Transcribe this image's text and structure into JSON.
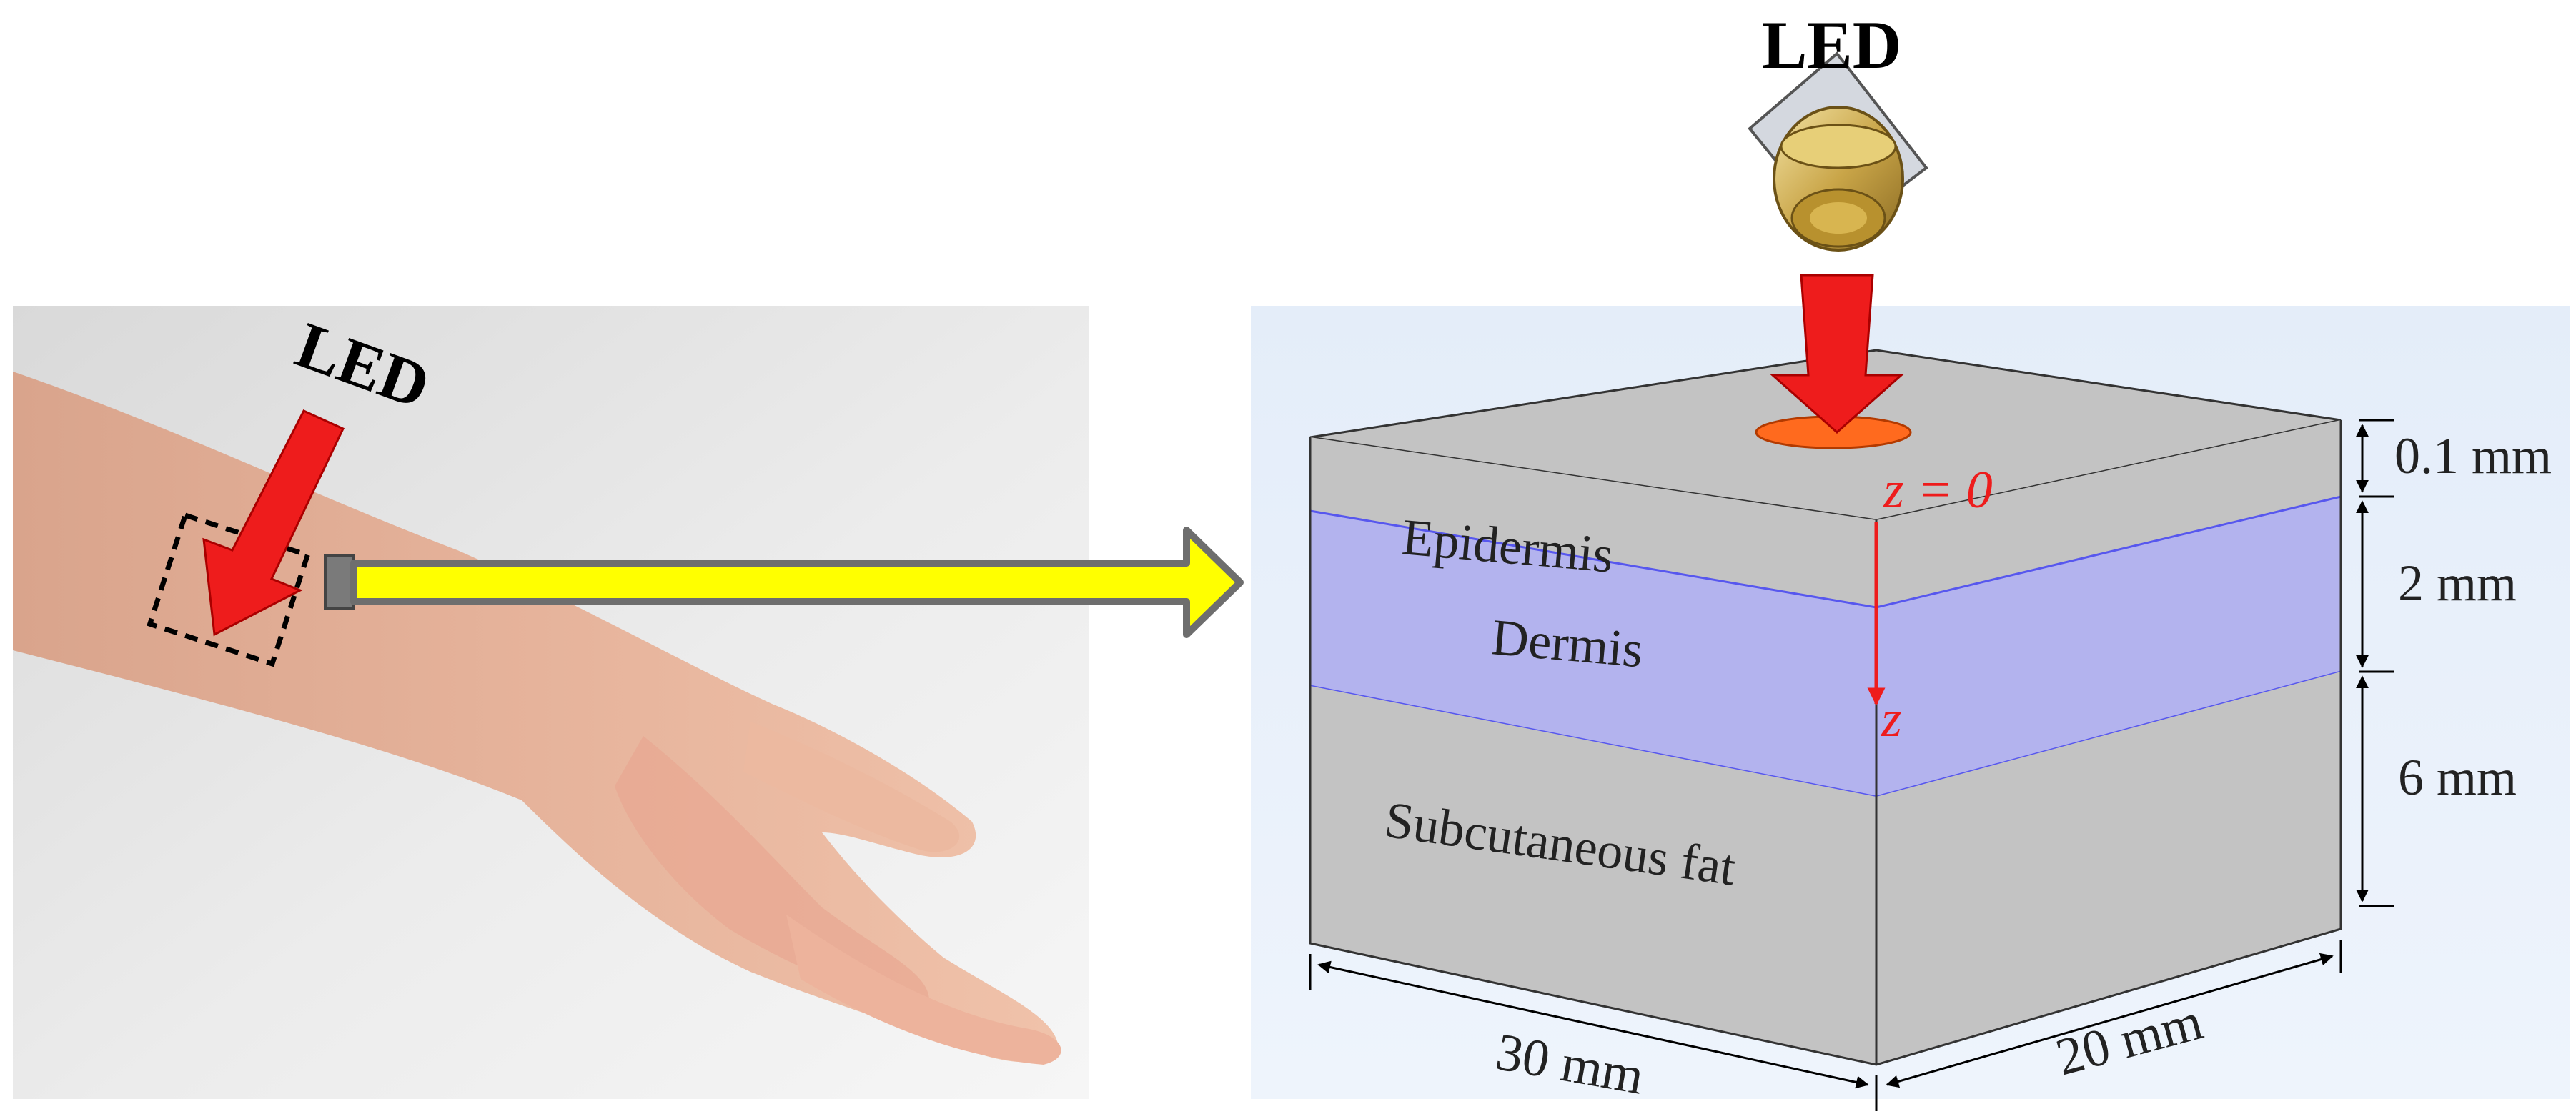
{
  "left_panel": {
    "led_label": "LED"
  },
  "right_panel": {
    "led_label": "LED",
    "origin_label": "z = 0",
    "axis_label": "z",
    "layers": [
      {
        "name": "Epidermis",
        "thickness": "0.1 mm"
      },
      {
        "name": "Dermis",
        "thickness": "2 mm"
      },
      {
        "name": "Subcutaneous fat",
        "thickness": "6 mm"
      }
    ],
    "width_label": "30 mm",
    "depth_label": "20 mm"
  },
  "colors": {
    "arrow_red": "#ee1c1c",
    "transfer_arrow_yellow": "#ffff00",
    "box_gray": "#c3c3c3",
    "dermis_blue": "#b3b3ee",
    "dermis_line": "#5757ee",
    "spot_orange": "#ff6a1e",
    "panel_bg": "#eaf0fb"
  }
}
